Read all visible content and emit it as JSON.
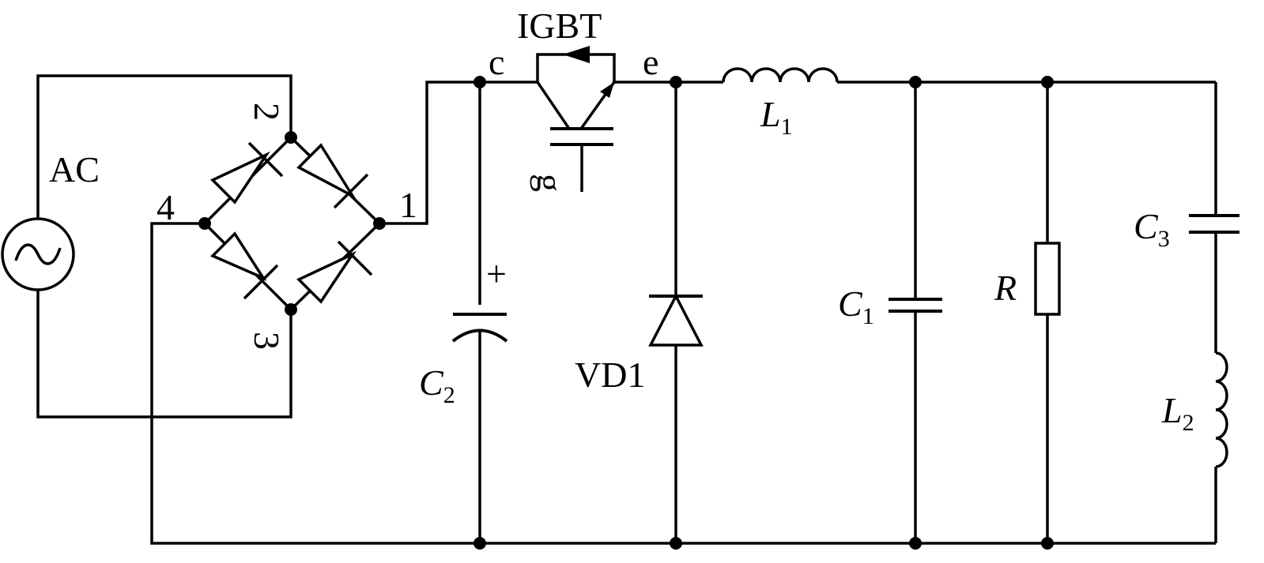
{
  "labels": {
    "source": "AC",
    "switch": "IGBT",
    "collector": "c",
    "emitter": "e",
    "gate": "g",
    "node1": "1",
    "node2": "2",
    "node3": "3",
    "node4": "4",
    "c2_polarity": "+",
    "c2_sym": "C",
    "c2_sub": "2",
    "vd1": "VD1",
    "l1_sym": "L",
    "l1_sub": "1",
    "c1_sym": "C",
    "c1_sub": "1",
    "r": "R",
    "c3_sym": "C",
    "c3_sub": "3",
    "l2_sym": "L",
    "l2_sub": "2"
  }
}
